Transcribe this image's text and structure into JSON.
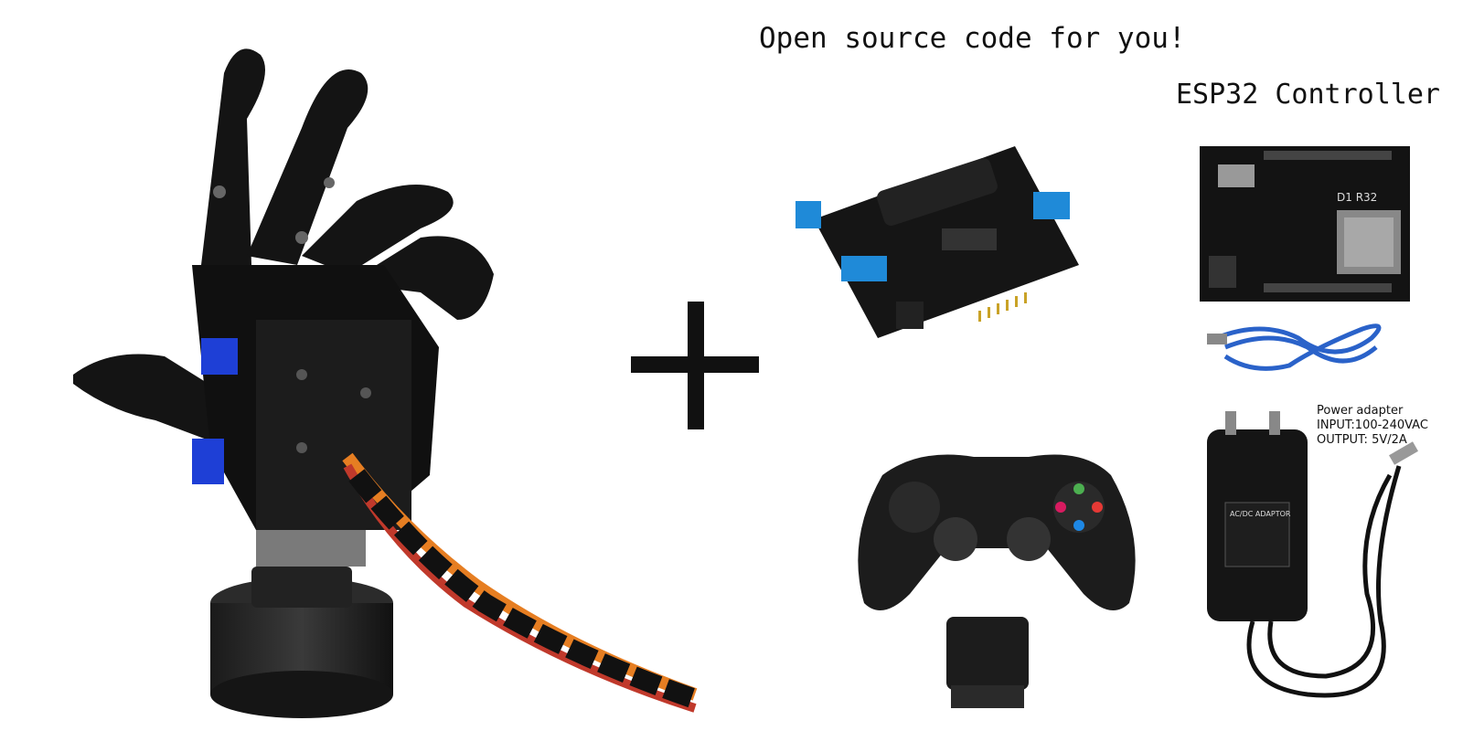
{
  "headline": "Open source code for you!",
  "controller_label": "ESP32 Controller",
  "plus_sign": "+",
  "power_adapter": {
    "title": "Power adapter",
    "input": "INPUT:100-240VAC",
    "output": "OUTPUT: 5V/2A"
  },
  "board_marking": "D1 R32",
  "adapter_marking": "AC/DC ADAPTOR",
  "colors": {
    "robot": "#141414",
    "servo_blue": "#1e3fd6",
    "terminal_blue": "#1f8ad8",
    "wire_red": "#c0392b",
    "wire_orange": "#e67e22",
    "cable_blue": "#2a62c9"
  }
}
